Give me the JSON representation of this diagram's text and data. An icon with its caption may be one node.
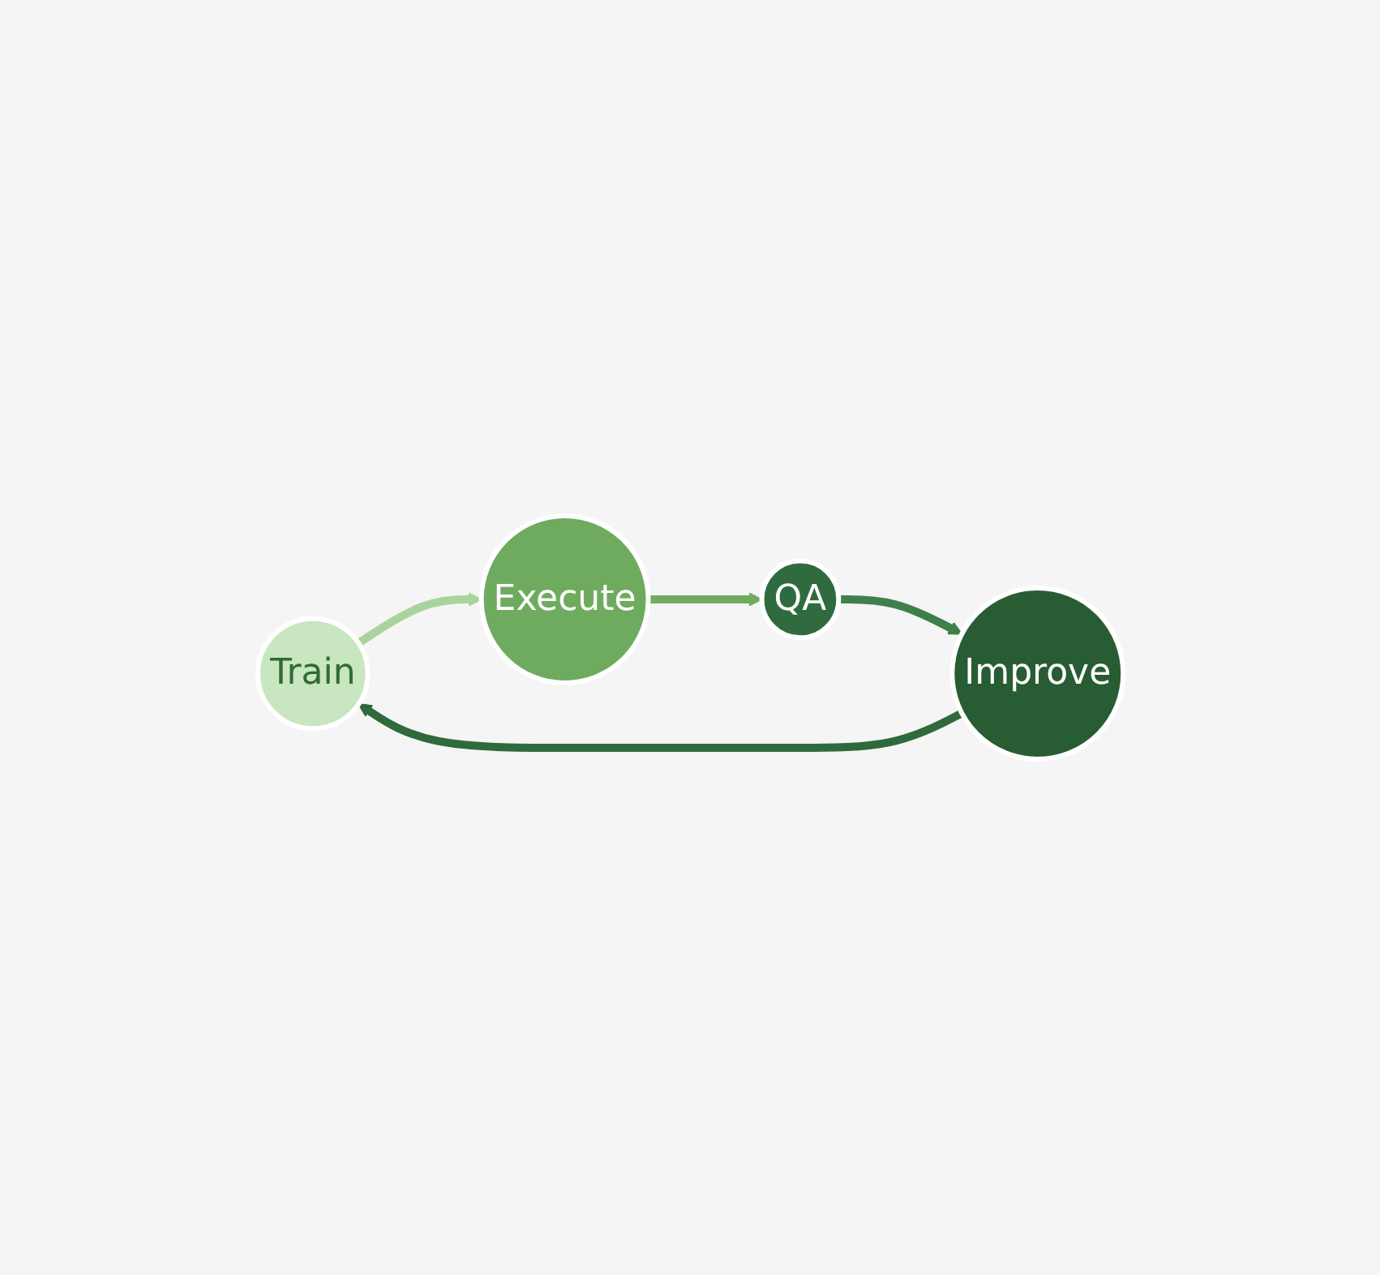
{
  "diagram": {
    "nodes": [
      {
        "text": [
          "Train"
        ]
      },
      {
        "text": [
          "Execute"
        ]
      },
      {
        "text": [
          "QA"
        ]
      },
      {
        "text": [
          "Improve"
        ]
      }
    ],
    "edges": [
      {
        "from": 0,
        "to": 1,
        "arrow": "to",
        "color": "#a9d39c"
      },
      {
        "from": 1,
        "to": 2,
        "arrow": "to",
        "color": "#6fab5f"
      },
      {
        "from": 2,
        "to": 3,
        "arrow": "to",
        "color": "#3f7f4b"
      },
      {
        "from": 3,
        "to": 0,
        "arrow": "to",
        "color": "#2f6a3c"
      }
    ]
  }
}
